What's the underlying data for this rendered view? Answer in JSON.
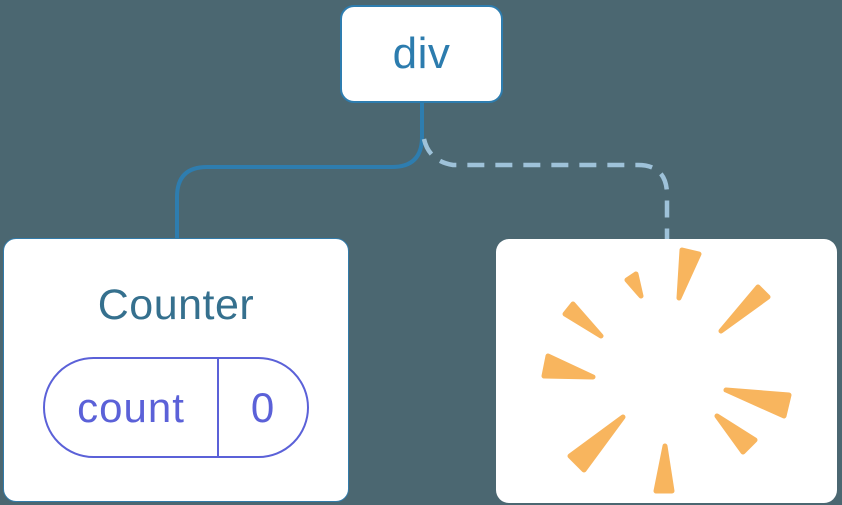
{
  "tree": {
    "root": {
      "label": "div"
    },
    "children": [
      {
        "name": "Counter component (preserved)",
        "title": "Counter",
        "state": {
          "key": "count",
          "value": "0"
        },
        "connector": "solid"
      },
      {
        "name": "removed component (poof)",
        "icon": "poof-starburst-icon",
        "connector": "dashed"
      }
    ]
  },
  "colors": {
    "background": "#4B6771",
    "card_background": "#FFFFFF",
    "node_border": "#2E7DAF",
    "root_label_text": "#2C7CAE",
    "counter_title_text": "#35708E",
    "solid_connector": "#2E7DAF",
    "dashed_connector": "#9EC2D9",
    "state_accent": "#5B61D8",
    "poof_orange": "#F8B55E"
  }
}
